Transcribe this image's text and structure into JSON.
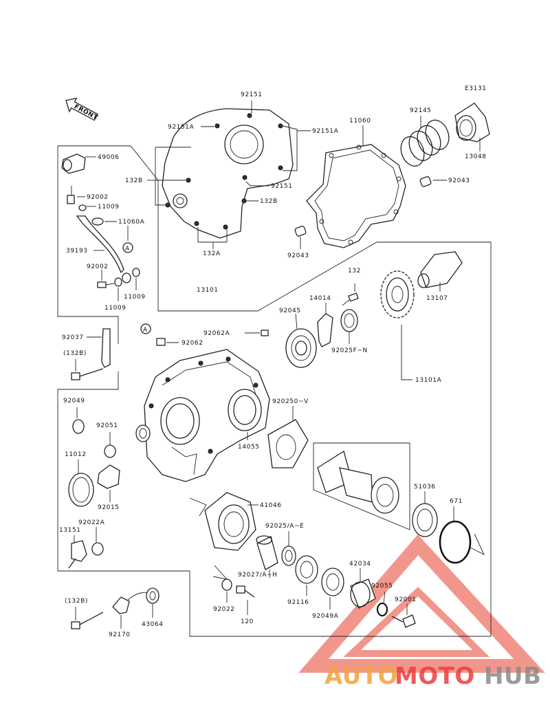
{
  "diagram": {
    "code": "E3131",
    "front_label": "FRONT",
    "labels": {
      "l92151_top": "92151",
      "l92151A_left": "92151A",
      "l92151A_right": "92151A",
      "l132B_left": "132B",
      "l92151_mid": "92151",
      "l132B_right": "132B",
      "l132A_top": "132A",
      "l11060": "11060",
      "l92145": "92145",
      "l13048": "13048",
      "l92043_right": "92043",
      "l92043_left": "92043",
      "l49006": "49006",
      "l92002_top": "92002",
      "l11009_top": "11009",
      "l11060A": "11060A",
      "lA_callout": "A",
      "l39193": "39193",
      "l92002_bot": "92002",
      "l11009_b1": "11009",
      "l11009_b2": "11009",
      "l13101": "13101",
      "l132_mid": "132",
      "l14014": "14014",
      "l13107": "13107",
      "l92045": "92045",
      "l92025FN": "92025F~N",
      "l92062A": "92062A",
      "lA_case": "A",
      "l92062": "92062",
      "l92037": "92037",
      "l132B_p1": "(132B)",
      "l13101A": "13101A",
      "l92049": "92049",
      "l92051": "92051",
      "l920250V": "920250~V",
      "l11012": "11012",
      "l14055": "14055",
      "l92015": "92015",
      "l51036": "51036",
      "l671": "671",
      "l41046": "41046",
      "l92022A": "92022A",
      "l92025AE": "92025/A~E",
      "l13151": "13151",
      "l42034": "42034",
      "l92027AH": "92027/A~H",
      "l92055": "92055",
      "l92116": "92116",
      "l92022": "92022",
      "l92001": "92001",
      "l132B_p2": "(132B)",
      "l120": "120",
      "l92049A": "92049A",
      "l92170": "92170",
      "l43064": "43064"
    }
  },
  "watermark": {
    "part1": "AUTO",
    "part2": "MOTO",
    "part3": "HUB",
    "color_auto": "#f5a23a",
    "color_moto": "#ee3d3d",
    "color_hub": "#8a8a8a",
    "color_logo": "#e8412f"
  }
}
